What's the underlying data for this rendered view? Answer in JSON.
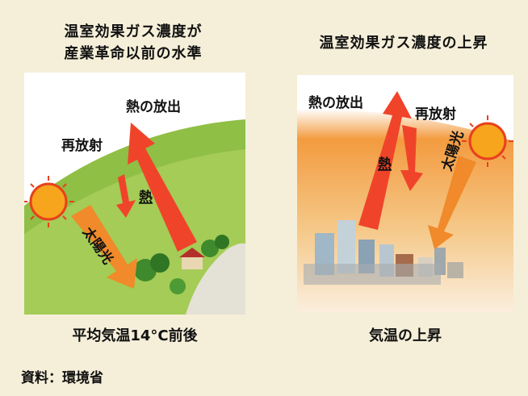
{
  "left_panel": {
    "title_line1": "温室効果ガス濃度が",
    "title_line2": "産業革命以前の水準",
    "label_heat_release": "熱の放出",
    "label_reradiation": "再放射",
    "label_heat": "熱",
    "label_sunlight": "太陽光",
    "caption": "平均気温14°C前後"
  },
  "right_panel": {
    "title": "温室効果ガス濃度の上昇",
    "label_heat_release": "熱の放出",
    "label_reradiation": "再放射",
    "label_heat": "熱",
    "label_sunlight": "太陽光",
    "caption": "気温の上昇"
  },
  "source": "資料：環境省",
  "colors": {
    "background": "#f5efd9",
    "arrow": "#f0442a",
    "sun": "#f6a51c",
    "sky_haze": "#f39b3f",
    "hill": "#7fb23a"
  }
}
